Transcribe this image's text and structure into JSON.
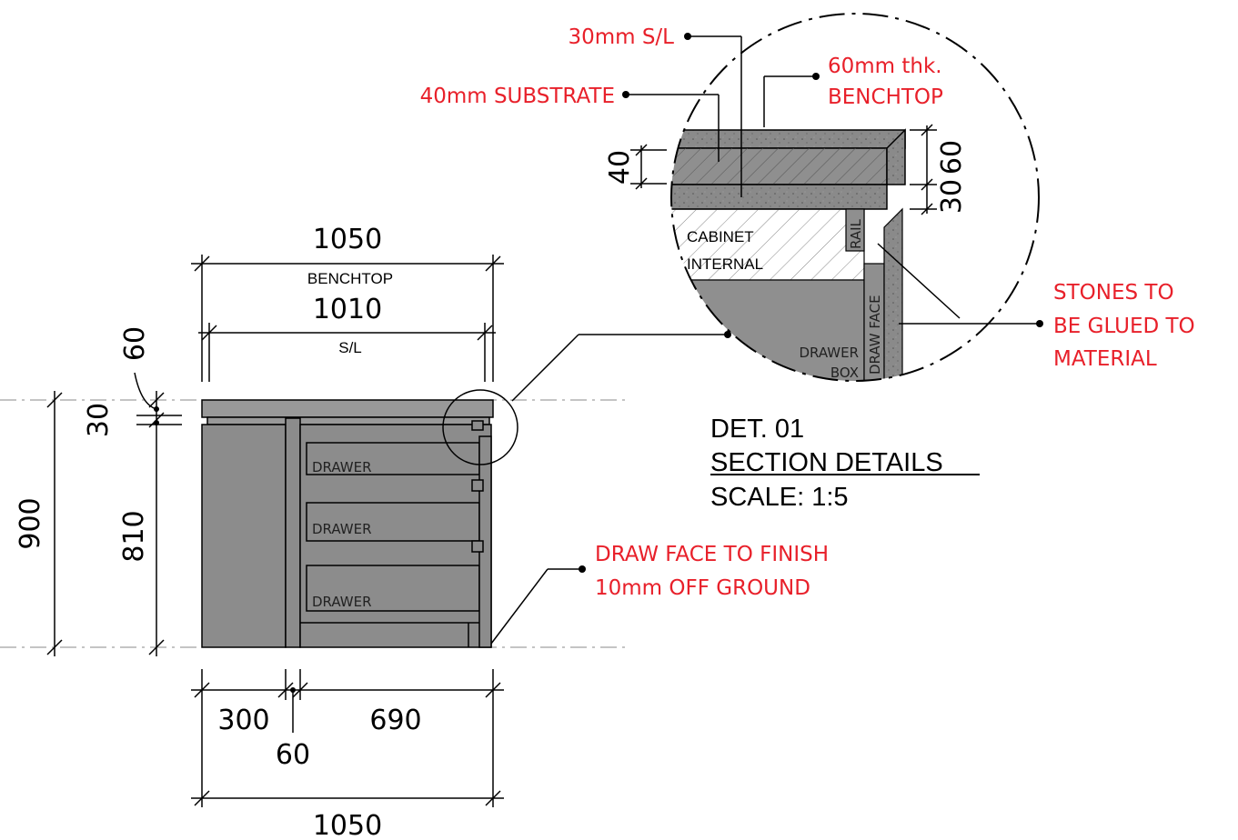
{
  "dimensions": {
    "benchtop_width": "1050",
    "benchtop_label": "BENCHTOP",
    "sl_width": "1010",
    "sl_label": "S/L",
    "benchtop_thk": "60",
    "sl_thk": "30",
    "total_height": "900",
    "cabinet_height": "810",
    "left_section": "300",
    "divider": "60",
    "right_section": "690",
    "overall_width": "1050",
    "detail_40": "40",
    "detail_30": "30",
    "detail_60": "60"
  },
  "drawers": [
    "DRAWER",
    "DRAWER",
    "DRAWER"
  ],
  "detail": {
    "cabinet_internal_1": "CABINET",
    "cabinet_internal_2": "INTERNAL",
    "rail": "RAIL",
    "draw_face": "DRAW FACE",
    "drawer_box_1": "DRAWER",
    "drawer_box_2": "BOX"
  },
  "callouts": {
    "sl": "30mm S/L",
    "substrate": "40mm SUBSTRATE",
    "benchtop_1": "60mm thk.",
    "benchtop_2": "BENCHTOP",
    "stones_1": "STONES TO",
    "stones_2": "BE GLUED TO",
    "stones_3": "MATERIAL",
    "finish_1": "DRAW FACE TO FINISH",
    "finish_2": "10mm OFF GROUND"
  },
  "title_block": {
    "det": "DET. 01",
    "section": "SECTION DETAILS",
    "scale": "SCALE: 1:5"
  },
  "colors": {
    "callout": "#e8202a",
    "cabinet_fill": "#8c8c8c"
  }
}
